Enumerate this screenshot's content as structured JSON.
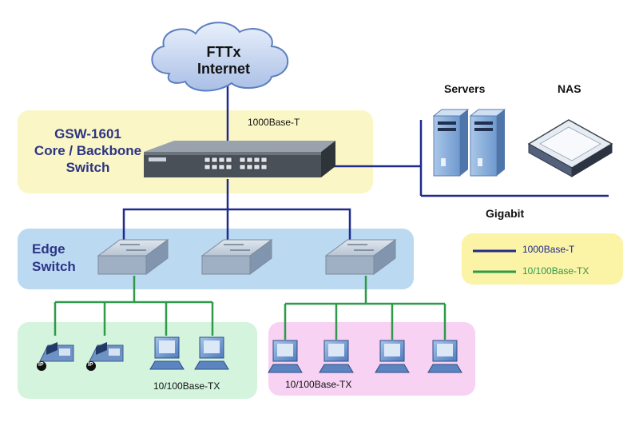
{
  "cloud": {
    "line1": "FTTx",
    "line2": "Internet"
  },
  "core": {
    "model": "GSW-1601",
    "role_line1": "Core / Backbone",
    "role_line2": "Switch",
    "link_label": "1000Base-T"
  },
  "servers": {
    "label": "Servers"
  },
  "nas": {
    "label": "NAS"
  },
  "gigabit": {
    "label": "Gigabit"
  },
  "edge": {
    "line1": "Edge",
    "line2": "Switch"
  },
  "legend": {
    "items": [
      {
        "label": "1000Base-T",
        "color": "#1f2a8c"
      },
      {
        "label": "10/100Base-TX",
        "color": "#2e9a4a"
      }
    ]
  },
  "left_group": {
    "label": "10/100Base-TX",
    "phone_badge": "IP"
  },
  "right_group": {
    "label": "10/100Base-TX"
  },
  "colors": {
    "gigabit_line": "#1f2a8c",
    "fast_line": "#2e9a4a",
    "core_zone": "#fbf6c6",
    "edge_zone": "#bcd9f2",
    "left_zone": "#d4f4dd",
    "right_zone": "#f7d2f2",
    "legend_zone": "#fbf3a6"
  }
}
